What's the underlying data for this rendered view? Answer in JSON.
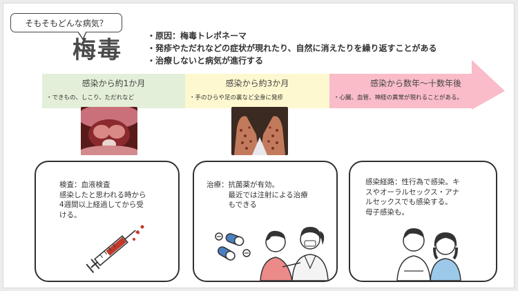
{
  "question_bubble": "そもそもどんな病気？",
  "disease_name": "梅毒",
  "facts": [
    "・原因：梅毒トレポネーマ",
    "・発疹やただれなどの症状が現れたり、自然に消えたりを繰り返すことがある",
    "・治療しないと病気が進行する"
  ],
  "timeline": {
    "stages": [
      {
        "title": "感染から約1か月",
        "note": "・できもの、しこり、ただれなど",
        "color": "#e3efd8"
      },
      {
        "title": "感染から約3か月",
        "note": "・手のひらや足の裏など全身に発疹",
        "color": "#fdf8cf"
      },
      {
        "title": "感染から数年〜十数年後",
        "note": "・心臓、血管、神経の異常が現れることがある。",
        "color": "#f9bcc8"
      }
    ]
  },
  "cards": {
    "test": {
      "heading": "検査：血液検査",
      "lines": [
        "感染したと思われる時から",
        "4週間以上経過してから受",
        "ける。"
      ]
    },
    "treatment": {
      "heading": "治療：抗菌薬が有効。",
      "lines": [
        "　　　最近では注射による治療",
        "　　　もできる"
      ]
    },
    "route": {
      "lines": [
        "感染経路：性行為で感染。キ",
        "スやオーラルセックス・アナ",
        "ルセックスでも感染する。",
        "母子感染も。"
      ]
    }
  },
  "icons": {
    "throat_photo": "throat-lesion-photo",
    "hands_photo": "hand-rash-photo",
    "syringe": "syringe-icon",
    "doctor": "doctor-patient-illustration",
    "couple": "couple-illustration"
  }
}
